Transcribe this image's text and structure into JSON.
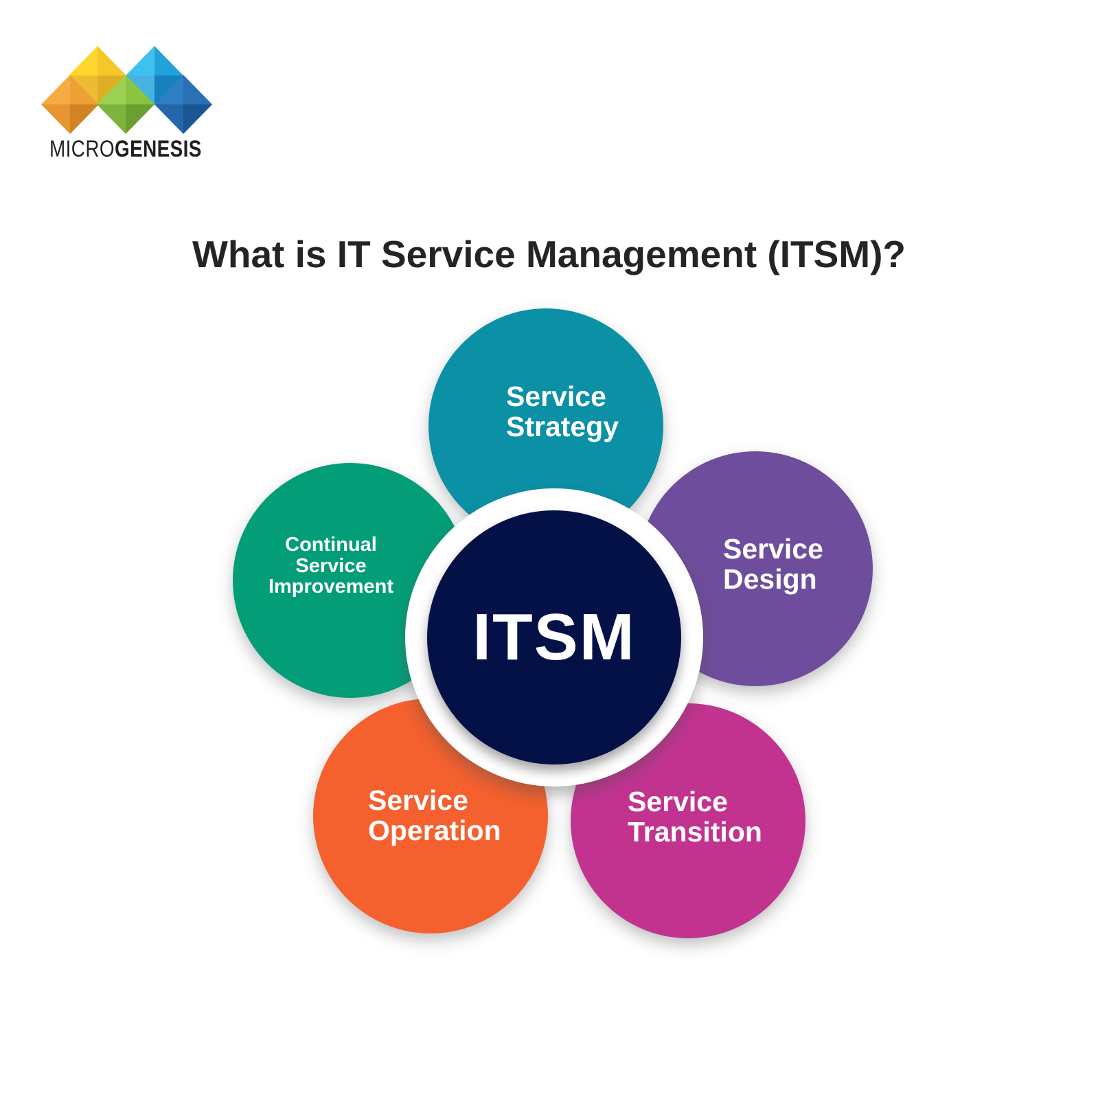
{
  "logo": {
    "text_thin": "MICRO",
    "text_bold": "GENESIS",
    "mark_colors": {
      "yellow": {
        "nw": "#fdd72e",
        "ne": "#f4c829",
        "sw": "#eebc33",
        "se": "#dfae24"
      },
      "cyan": {
        "nw": "#3fc0ee",
        "ne": "#22a2d9",
        "sw": "#47b3e0",
        "se": "#1781bf"
      },
      "orange": {
        "nw": "#f6ab43",
        "ne": "#efa035",
        "sw": "#e7952f",
        "se": "#d28423"
      },
      "green": {
        "nw": "#9cd053",
        "ne": "#8ac440",
        "sw": "#7db43d",
        "se": "#6aa032"
      },
      "blue": {
        "nw": "#2f7fc3",
        "ne": "#2a70b4",
        "sw": "#2466a9",
        "se": "#1a5693"
      }
    }
  },
  "title": "What is IT Service Management (ITSM)?",
  "diagram": {
    "center": {
      "label": "ITSM",
      "bg": "#041147",
      "ring_color": "#ffffff"
    },
    "text_color": "#ffffff",
    "petals": [
      {
        "id": "service-strategy",
        "label": "Service\nStrategy",
        "color": "#0b90a5"
      },
      {
        "id": "service-design",
        "label": "Service\nDesign",
        "color": "#6e4e9c"
      },
      {
        "id": "continual-service-improvement",
        "label": "Continual\nService\nImprovement",
        "color": "#039d78"
      },
      {
        "id": "service-operation",
        "label": "Service\nOperation",
        "color": "#f4602e"
      },
      {
        "id": "service-transition",
        "label": "Service\nTransition",
        "color": "#c23390"
      }
    ]
  }
}
